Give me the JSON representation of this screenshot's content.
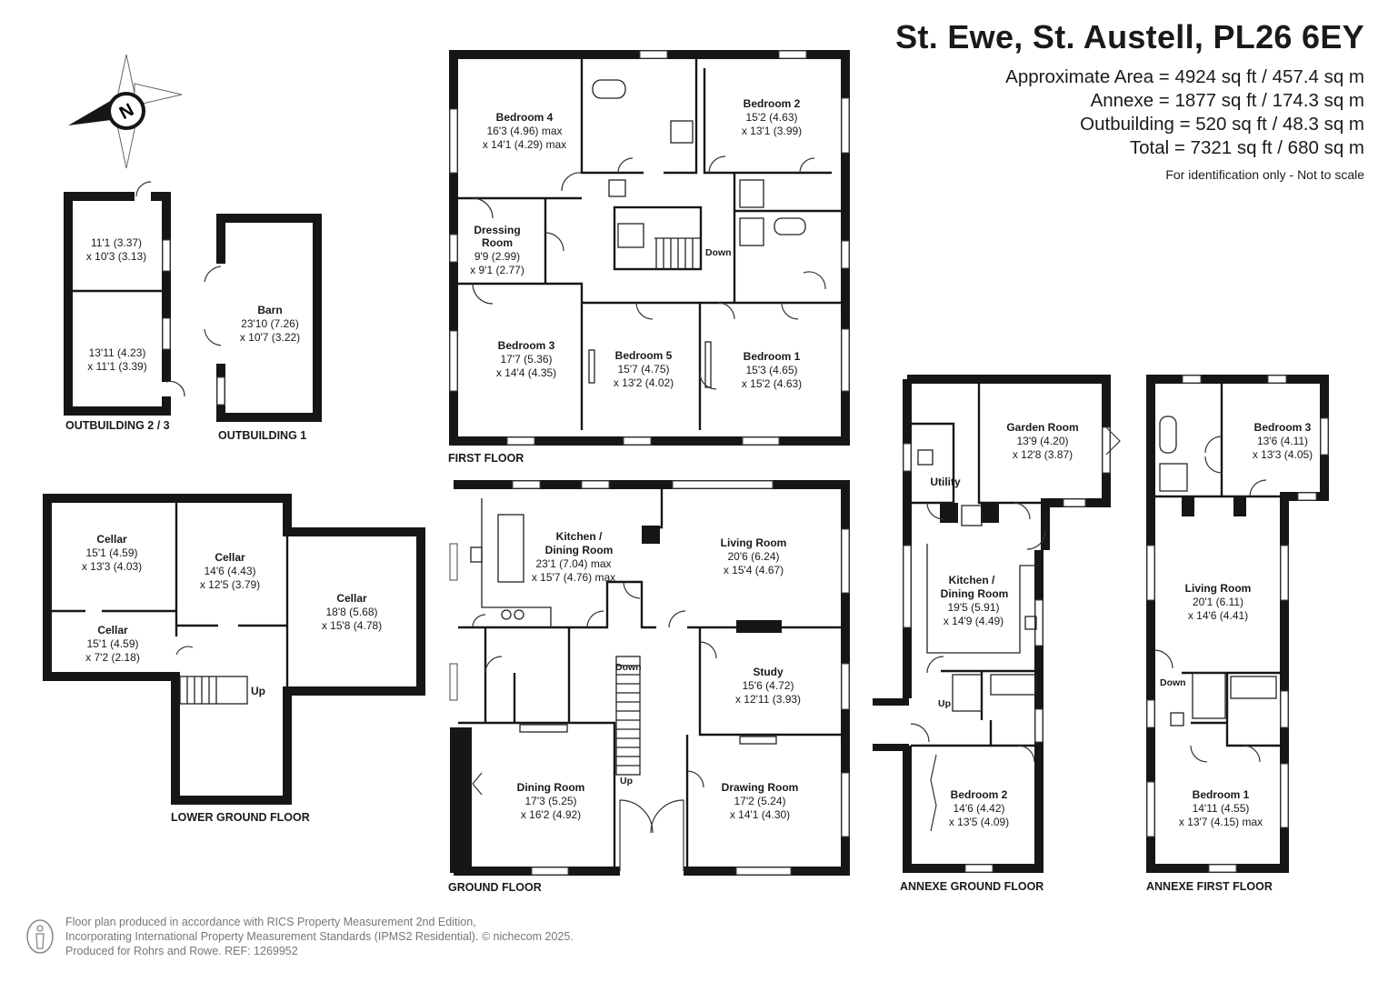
{
  "header": {
    "address": "St. Ewe, St. Austell, PL26 6EY",
    "areas": [
      "Approximate Area = 4924 sq ft / 457.4 sq m",
      "Annexe = 1877 sq ft / 174.3 sq m",
      "Outbuilding = 520 sq ft / 48.3 sq m",
      "Total = 7321 sq ft / 680 sq m"
    ],
    "disclaimer": "For identification only - Not to scale"
  },
  "compass": {
    "letter": "N"
  },
  "floors": {
    "first_floor": {
      "label": "FIRST FLOOR",
      "rooms": [
        {
          "name": "Bedroom 4",
          "dims": [
            "16'3 (4.96) max",
            "x 14'1 (4.29) max"
          ]
        },
        {
          "name": "Bedroom 2",
          "dims": [
            "15'2 (4.63)",
            "x 13'1 (3.99)"
          ]
        },
        {
          "name": "Dressing",
          "name2": "Room",
          "dims": [
            "9'9 (2.99)",
            "x 9'1 (2.77)"
          ]
        },
        {
          "name": "Bedroom 3",
          "dims": [
            "17'7 (5.36)",
            "x 14'4 (4.35)"
          ]
        },
        {
          "name": "Bedroom 5",
          "dims": [
            "15'7 (4.75)",
            "x 13'2 (4.02)"
          ]
        },
        {
          "name": "Bedroom 1",
          "dims": [
            "15'3 (4.65)",
            "x 15'2 (4.63)"
          ]
        }
      ],
      "stair_label": "Down"
    },
    "ground_floor": {
      "label": "GROUND FLOOR",
      "rooms": [
        {
          "name": "Kitchen /",
          "name2": "Dining Room",
          "dims": [
            "23'1 (7.04) max",
            "x 15'7 (4.76) max"
          ]
        },
        {
          "name": "Living Room",
          "dims": [
            "20'6 (6.24)",
            "x 15'4 (4.67)"
          ]
        },
        {
          "name": "Study",
          "dims": [
            "15'6 (4.72)",
            "x 12'11 (3.93)"
          ]
        },
        {
          "name": "Dining Room",
          "dims": [
            "17'3 (5.25)",
            "x 16'2 (4.92)"
          ]
        },
        {
          "name": "Drawing Room",
          "dims": [
            "17'2 (5.24)",
            "x 14'1 (4.30)"
          ]
        }
      ],
      "stair_down": "Down",
      "stair_up": "Up"
    },
    "outbuilding_2_3": {
      "label": "OUTBUILDING 2 / 3",
      "rooms": [
        {
          "dims": [
            "11'1 (3.37)",
            "x 10'3 (3.13)"
          ]
        },
        {
          "dims": [
            "13'11 (4.23)",
            "x 11'1 (3.39)"
          ]
        }
      ]
    },
    "outbuilding_1": {
      "label": "OUTBUILDING 1",
      "rooms": [
        {
          "name": "Barn",
          "dims": [
            "23'10 (7.26)",
            "x 10'7 (3.22)"
          ]
        }
      ]
    },
    "lower_ground": {
      "label": "LOWER GROUND FLOOR",
      "rooms": [
        {
          "name": "Cellar",
          "dims": [
            "15'1 (4.59)",
            "x 13'3 (4.03)"
          ]
        },
        {
          "name": "Cellar",
          "dims": [
            "14'6 (4.43)",
            "x 12'5 (3.79)"
          ]
        },
        {
          "name": "Cellar",
          "dims": [
            "18'8 (5.68)",
            "x 15'8 (4.78)"
          ]
        },
        {
          "name": "Cellar",
          "dims": [
            "15'1 (4.59)",
            "x 7'2 (2.18)"
          ]
        }
      ],
      "stair_up": "Up"
    },
    "annexe_ground": {
      "label": "ANNEXE GROUND FLOOR",
      "rooms": [
        {
          "name": "Garden Room",
          "dims": [
            "13'9 (4.20)",
            "x 12'8 (3.87)"
          ]
        },
        {
          "name": "Utility",
          "dims": []
        },
        {
          "name": "Kitchen /",
          "name2": "Dining Room",
          "dims": [
            "19'5 (5.91)",
            "x 14'9 (4.49)"
          ]
        },
        {
          "name": "Bedroom 2",
          "dims": [
            "14'6 (4.42)",
            "x 13'5 (4.09)"
          ]
        }
      ],
      "stair_up": "Up"
    },
    "annexe_first": {
      "label": "ANNEXE FIRST FLOOR",
      "rooms": [
        {
          "name": "Bedroom 3",
          "dims": [
            "13'6 (4.11)",
            "x 13'3 (4.05)"
          ]
        },
        {
          "name": "Living Room",
          "dims": [
            "20'1 (6.11)",
            "x 14'6 (4.41)"
          ]
        },
        {
          "name": "Bedroom 1",
          "dims": [
            "14'11 (4.55)",
            "x 13'7 (4.15) max"
          ]
        }
      ],
      "stair_down": "Down"
    }
  },
  "footer": {
    "lines": [
      "Floor plan produced in accordance with RICS Property Measurement 2nd Edition,",
      "Incorporating International Property Measurement Standards (IPMS2 Residential).  © nichecom 2025.",
      "Produced for Rohrs and Rowe.   REF: 1269952"
    ]
  }
}
